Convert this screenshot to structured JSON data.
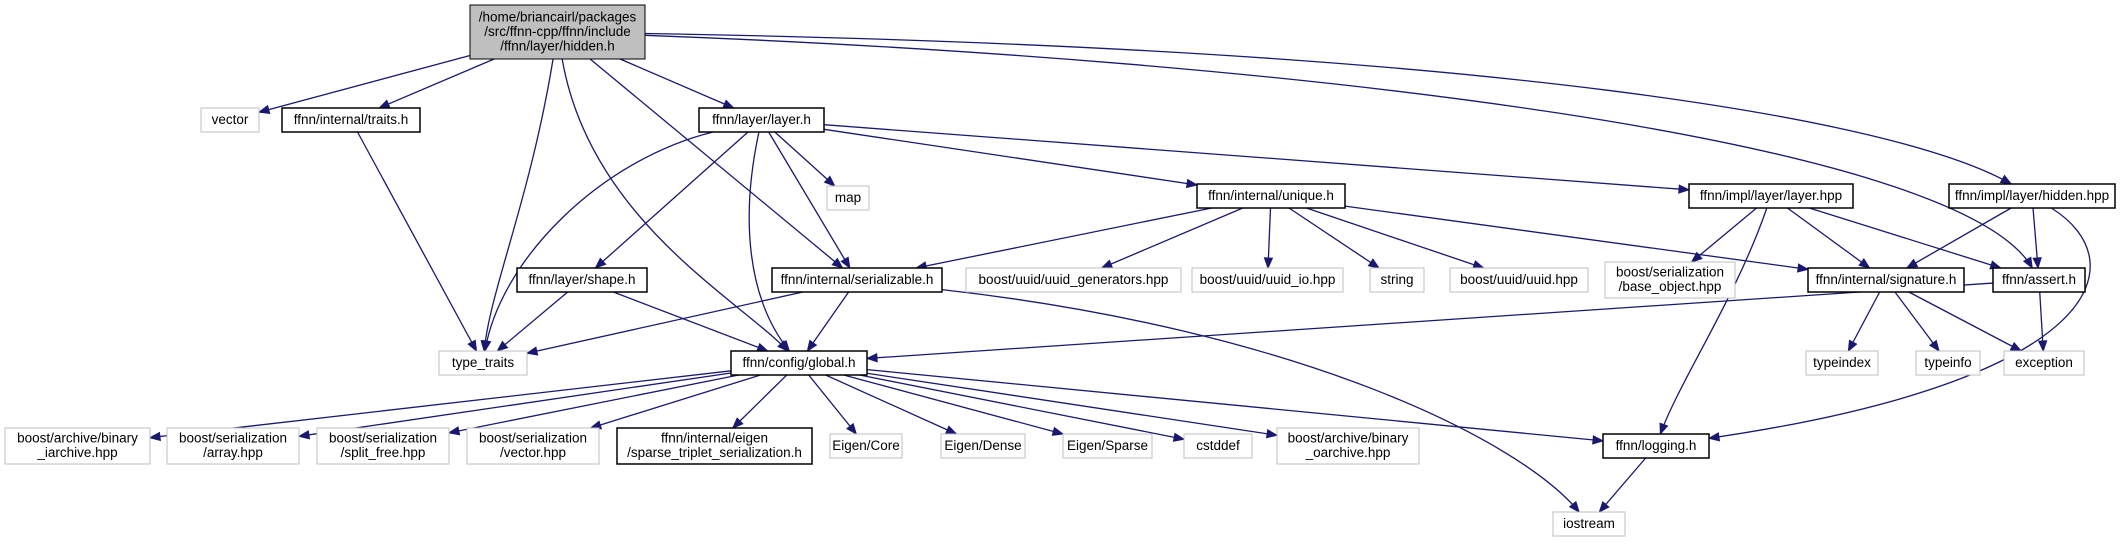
{
  "graph": {
    "nodes": [
      {
        "id": "root",
        "lines": [
          "/home/briancairl/packages",
          "/src/ffnn-cpp/ffnn/include",
          "/ffnn/layer/hidden.h"
        ],
        "kind": "root"
      },
      {
        "id": "vector",
        "lines": [
          "vector"
        ],
        "kind": "system"
      },
      {
        "id": "traits",
        "lines": [
          "ffnn/internal/traits.h"
        ],
        "kind": "project"
      },
      {
        "id": "layer_h",
        "lines": [
          "ffnn/layer/layer.h"
        ],
        "kind": "project"
      },
      {
        "id": "hidden_hpp",
        "lines": [
          "ffnn/impl/layer/hidden.hpp"
        ],
        "kind": "project"
      },
      {
        "id": "map",
        "lines": [
          "map"
        ],
        "kind": "system"
      },
      {
        "id": "unique_h",
        "lines": [
          "ffnn/internal/unique.h"
        ],
        "kind": "project"
      },
      {
        "id": "impl_layer_hpp",
        "lines": [
          "ffnn/impl/layer/layer.hpp"
        ],
        "kind": "project"
      },
      {
        "id": "shape_h",
        "lines": [
          "ffnn/layer/shape.h"
        ],
        "kind": "project"
      },
      {
        "id": "serializable_h",
        "lines": [
          "ffnn/internal/serializable.h"
        ],
        "kind": "project"
      },
      {
        "id": "uuid_gen",
        "lines": [
          "boost/uuid/uuid_generators.hpp"
        ],
        "kind": "system"
      },
      {
        "id": "uuid_io",
        "lines": [
          "boost/uuid/uuid_io.hpp"
        ],
        "kind": "system"
      },
      {
        "id": "string",
        "lines": [
          "string"
        ],
        "kind": "system"
      },
      {
        "id": "uuid_hpp",
        "lines": [
          "boost/uuid/uuid.hpp"
        ],
        "kind": "system"
      },
      {
        "id": "base_object",
        "lines": [
          "boost/serialization",
          "/base_object.hpp"
        ],
        "kind": "system"
      },
      {
        "id": "signature_h",
        "lines": [
          "ffnn/internal/signature.h"
        ],
        "kind": "project"
      },
      {
        "id": "assert_h",
        "lines": [
          "ffnn/assert.h"
        ],
        "kind": "project"
      },
      {
        "id": "type_traits",
        "lines": [
          "type_traits"
        ],
        "kind": "system"
      },
      {
        "id": "global_h",
        "lines": [
          "ffnn/config/global.h"
        ],
        "kind": "project"
      },
      {
        "id": "typeindex",
        "lines": [
          "typeindex"
        ],
        "kind": "system"
      },
      {
        "id": "typeinfo",
        "lines": [
          "typeinfo"
        ],
        "kind": "system"
      },
      {
        "id": "exception",
        "lines": [
          "exception"
        ],
        "kind": "system"
      },
      {
        "id": "bin_iarchive",
        "lines": [
          "boost/archive/binary",
          "_iarchive.hpp"
        ],
        "kind": "system"
      },
      {
        "id": "ser_array",
        "lines": [
          "boost/serialization",
          "/array.hpp"
        ],
        "kind": "system"
      },
      {
        "id": "ser_split",
        "lines": [
          "boost/serialization",
          "/split_free.hpp"
        ],
        "kind": "system"
      },
      {
        "id": "ser_vector",
        "lines": [
          "boost/serialization",
          "/vector.hpp"
        ],
        "kind": "system"
      },
      {
        "id": "eigen_sparse_ser",
        "lines": [
          "ffnn/internal/eigen",
          "/sparse_triplet_serialization.h"
        ],
        "kind": "project"
      },
      {
        "id": "eigen_core",
        "lines": [
          "Eigen/Core"
        ],
        "kind": "system"
      },
      {
        "id": "eigen_dense",
        "lines": [
          "Eigen/Dense"
        ],
        "kind": "system"
      },
      {
        "id": "eigen_sparse",
        "lines": [
          "Eigen/Sparse"
        ],
        "kind": "system"
      },
      {
        "id": "cstddef",
        "lines": [
          "cstddef"
        ],
        "kind": "system"
      },
      {
        "id": "bin_oarchive",
        "lines": [
          "boost/archive/binary",
          "_oarchive.hpp"
        ],
        "kind": "system"
      },
      {
        "id": "logging_h",
        "lines": [
          "ffnn/logging.h"
        ],
        "kind": "project"
      },
      {
        "id": "iostream",
        "lines": [
          "iostream"
        ],
        "kind": "system"
      }
    ],
    "edges": [
      [
        "root",
        "vector"
      ],
      [
        "root",
        "traits"
      ],
      [
        "root",
        "type_traits"
      ],
      [
        "root",
        "global_h"
      ],
      [
        "root",
        "serializable_h"
      ],
      [
        "root",
        "layer_h"
      ],
      [
        "root",
        "assert_h"
      ],
      [
        "root",
        "hidden_hpp"
      ],
      [
        "traits",
        "type_traits"
      ],
      [
        "layer_h",
        "type_traits"
      ],
      [
        "layer_h",
        "map"
      ],
      [
        "layer_h",
        "shape_h"
      ],
      [
        "layer_h",
        "global_h"
      ],
      [
        "layer_h",
        "serializable_h"
      ],
      [
        "layer_h",
        "unique_h"
      ],
      [
        "layer_h",
        "impl_layer_hpp"
      ],
      [
        "unique_h",
        "serializable_h"
      ],
      [
        "unique_h",
        "uuid_gen"
      ],
      [
        "unique_h",
        "uuid_io"
      ],
      [
        "unique_h",
        "string"
      ],
      [
        "unique_h",
        "uuid_hpp"
      ],
      [
        "unique_h",
        "signature_h"
      ],
      [
        "impl_layer_hpp",
        "base_object"
      ],
      [
        "impl_layer_hpp",
        "signature_h"
      ],
      [
        "impl_layer_hpp",
        "assert_h"
      ],
      [
        "impl_layer_hpp",
        "logging_h"
      ],
      [
        "hidden_hpp",
        "signature_h"
      ],
      [
        "hidden_hpp",
        "assert_h"
      ],
      [
        "hidden_hpp",
        "logging_h"
      ],
      [
        "shape_h",
        "type_traits"
      ],
      [
        "shape_h",
        "global_h"
      ],
      [
        "serializable_h",
        "type_traits"
      ],
      [
        "serializable_h",
        "global_h"
      ],
      [
        "serializable_h",
        "iostream"
      ],
      [
        "signature_h",
        "typeindex"
      ],
      [
        "signature_h",
        "typeinfo"
      ],
      [
        "signature_h",
        "exception"
      ],
      [
        "assert_h",
        "exception"
      ],
      [
        "assert_h",
        "global_h"
      ],
      [
        "global_h",
        "bin_iarchive"
      ],
      [
        "global_h",
        "ser_array"
      ],
      [
        "global_h",
        "ser_split"
      ],
      [
        "global_h",
        "ser_vector"
      ],
      [
        "global_h",
        "eigen_sparse_ser"
      ],
      [
        "global_h",
        "eigen_core"
      ],
      [
        "global_h",
        "eigen_dense"
      ],
      [
        "global_h",
        "eigen_sparse"
      ],
      [
        "global_h",
        "cstddef"
      ],
      [
        "global_h",
        "bin_oarchive"
      ],
      [
        "global_h",
        "logging_h"
      ],
      [
        "logging_h",
        "iostream"
      ]
    ]
  }
}
